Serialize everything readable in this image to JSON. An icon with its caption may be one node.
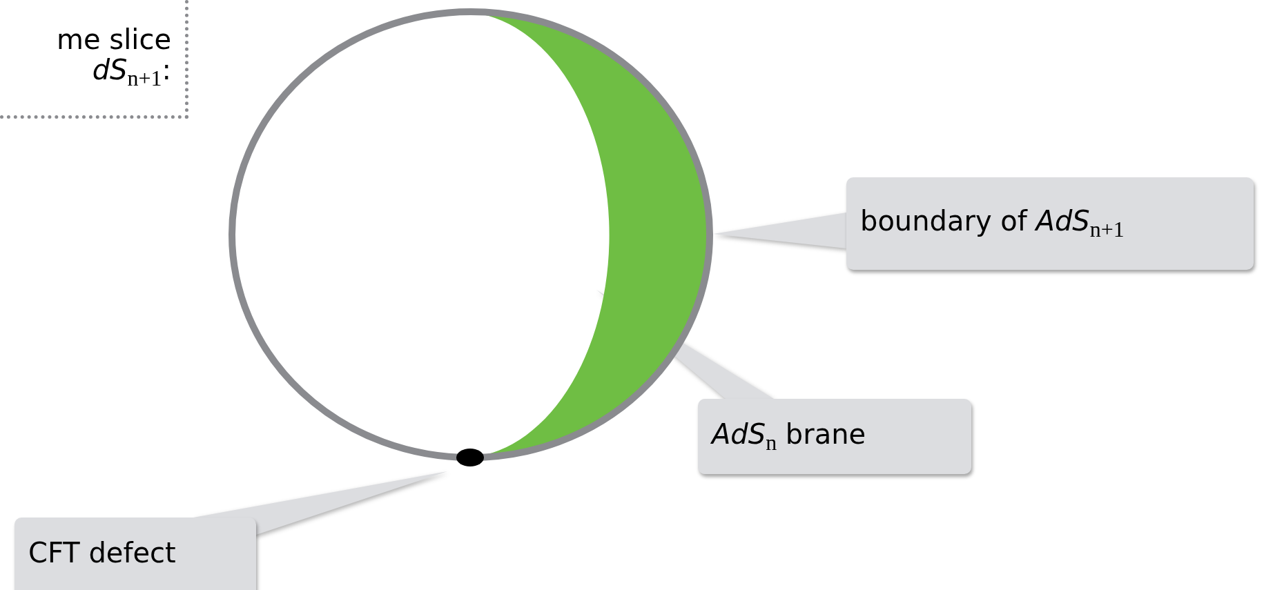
{
  "diagram": {
    "nodes": [
      {
        "text": [
          "me slice *dS*$_{n+1}$:"
        ]
      },
      {
        "text": [],
        "shape": "circle"
      },
      {
        "text": [],
        "shape": "crescent",
        "in": 1
      },
      {
        "text": [],
        "shape": "circle"
      },
      {
        "text": [
          "boundary of *AdS*$_{n+1}$"
        ]
      },
      {
        "text": [
          "*AdS*$_{n}$ brane"
        ]
      },
      {
        "text": [
          "CFT defect"
        ]
      }
    ],
    "edges": [
      {
        "from": 4,
        "to": 1,
        "arrow": "none"
      },
      {
        "from": 5,
        "to": 2,
        "arrow": "none"
      },
      {
        "from": 6,
        "to": 3,
        "arrow": "none"
      }
    ]
  }
}
